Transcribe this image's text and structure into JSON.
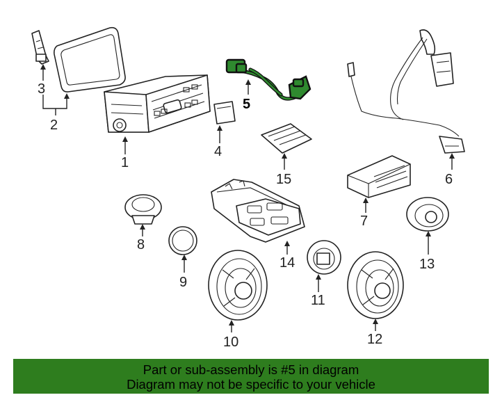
{
  "callouts": {
    "c1": "1",
    "c2": "2",
    "c3": "3",
    "c4": "4",
    "c5": "5",
    "c6": "6",
    "c7": "7",
    "c8": "8",
    "c9": "9",
    "c10": "10",
    "c11": "11",
    "c12": "12",
    "c13": "13",
    "c14": "14",
    "c15": "15"
  },
  "highlight": {
    "part": "5",
    "color": "#2e7d1e"
  },
  "banner": {
    "line1": "Part or sub-assembly is #5 in diagram",
    "line2": "Diagram may not be specific to your vehicle",
    "background": "#2e7d1e"
  }
}
